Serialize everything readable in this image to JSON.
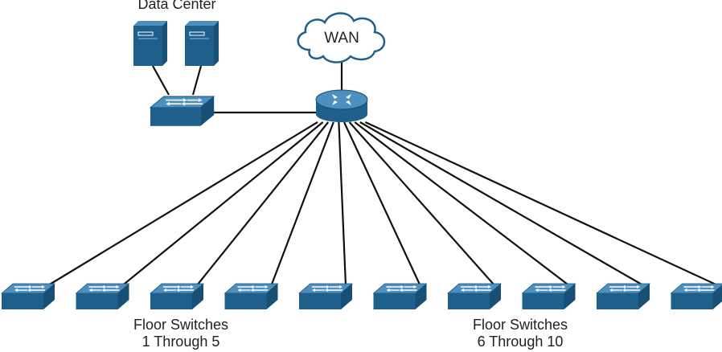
{
  "labels": {
    "data_center": "Data Center",
    "wan": "WAN",
    "floor_left_1": "Floor Switches",
    "floor_left_2": "1 Through 5",
    "floor_right_1": "Floor Switches",
    "floor_right_2": "6 Through 10"
  },
  "colors": {
    "device_top": "#4d8fbd",
    "device_side": "#1f5f8b",
    "device_edge": "#174f75",
    "link": "#111111",
    "cloud_outline": "#1f5f8b"
  },
  "devices": {
    "servers": [
      "server-icon",
      "server-icon"
    ],
    "dc_switch": "switch-icon",
    "router": "router-icon",
    "wan": "cloud-icon",
    "floor_switch_count": 10
  }
}
